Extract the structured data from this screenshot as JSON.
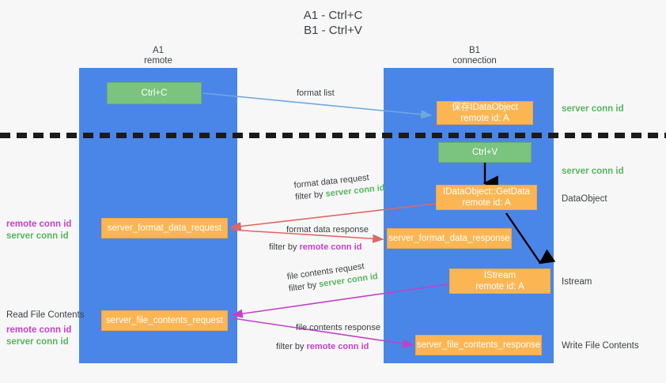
{
  "title": {
    "line1": "A1 - Ctrl+C",
    "line2": "B1 - Ctrl+V"
  },
  "columns": [
    {
      "name": "A1",
      "role": "remote"
    },
    {
      "name": "B1",
      "role": "connection"
    }
  ],
  "colors": {
    "lane": "#4a86e8",
    "green_box": "#7ac47f",
    "orange_box": "#fbb653",
    "server_conn_id": "#58b45f",
    "remote_conn_id": "#c341c8",
    "arrow_blue": "#6fa8dc",
    "arrow_red": "#e06666",
    "arrow_magenta": "#c341c8",
    "arrow_black": "#000000",
    "background": "#f7f7f7"
  },
  "nodes": {
    "ctrl_c": {
      "line1": "Ctrl+C",
      "line2": ""
    },
    "idataobject_store": {
      "line1": "保存IDataObject",
      "line2": "remote id: A"
    },
    "ctrl_v": {
      "line1": "Ctrl+V",
      "line2": ""
    },
    "idataobject_getdata": {
      "line1": "IDataObject::GetData",
      "line2": "remote id: A"
    },
    "server_format_data_request": {
      "line1": "server_format_data_request",
      "line2": ""
    },
    "server_format_data_response": {
      "line1": "server_format_data_response",
      "line2": ""
    },
    "istream": {
      "line1": "IStream",
      "line2": "remote id: A"
    },
    "server_file_contents_request": {
      "line1": "server_file_contents_request",
      "line2": ""
    },
    "server_file_contents_response": {
      "line1": "server_file_contents_response",
      "line2": ""
    }
  },
  "edges": {
    "format_list": {
      "label": "format list"
    },
    "format_data_request": {
      "label": "format data request",
      "filter_prefix": "filter by ",
      "filter_value": "server conn id"
    },
    "format_data_response": {
      "label": "format data response",
      "filter_prefix": "filter by ",
      "filter_value": "remote conn id"
    },
    "file_contents_request": {
      "label": "file contents request",
      "filter_prefix": "filter by ",
      "filter_value": "server conn id"
    },
    "file_contents_response": {
      "label": "file contents response",
      "filter_prefix": "filter by ",
      "filter_value": "remote conn id"
    }
  },
  "annotations": {
    "right_server_conn_id_top": "server conn id",
    "right_server_conn_id_mid": "server conn id",
    "right_dataobject": "DataObject",
    "right_istream": "Istream",
    "right_write_file_contents": "Write File Contents",
    "left_read_file_contents": "Read File Contents",
    "left_conn_ids_upper": {
      "remote": "remote conn id",
      "server": "server conn id"
    },
    "left_conn_ids_lower": {
      "remote": "remote conn id",
      "server": "server conn id"
    }
  }
}
